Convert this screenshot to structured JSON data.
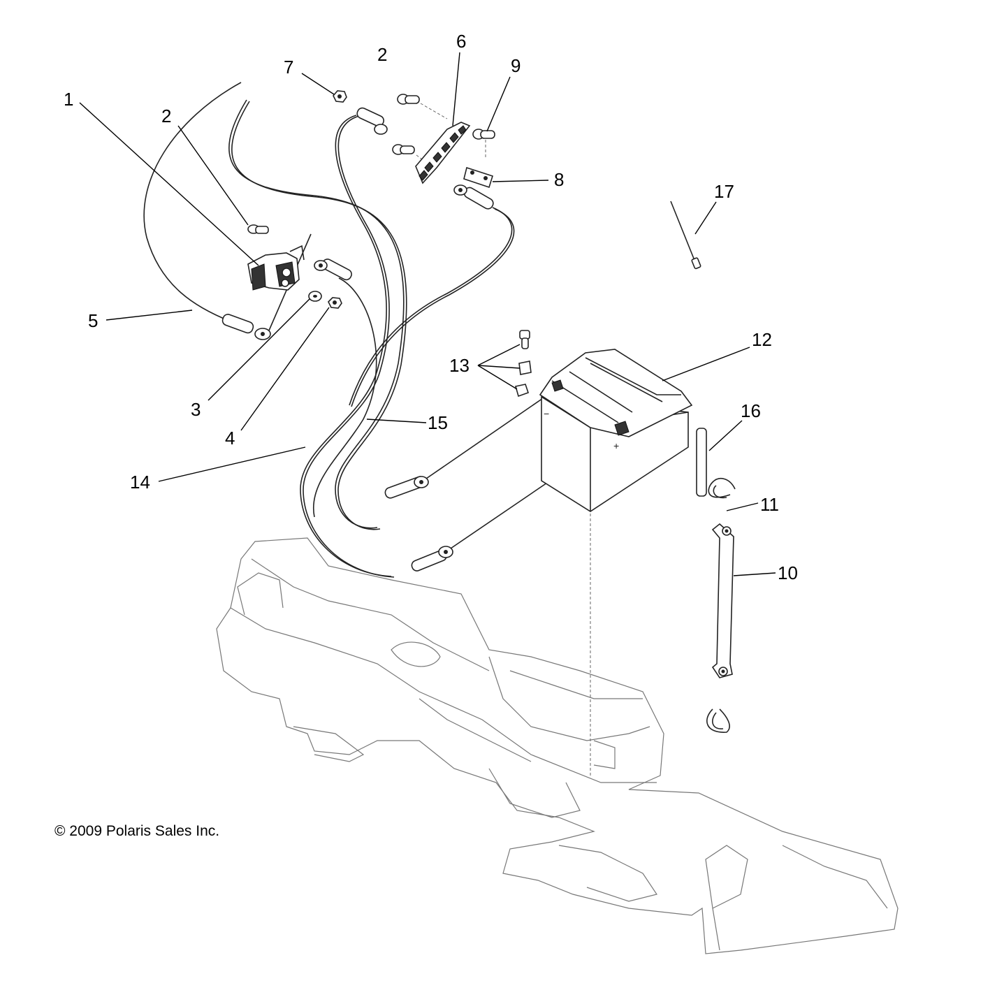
{
  "callouts": {
    "c1": "1",
    "c2a": "2",
    "c2b": "2",
    "c3": "3",
    "c4": "4",
    "c5": "5",
    "c6": "6",
    "c7": "7",
    "c8": "8",
    "c9": "9",
    "c10": "10",
    "c11": "11",
    "c12": "12",
    "c13": "13",
    "c14": "14",
    "c15": "15",
    "c16": "16",
    "c17": "17"
  },
  "copyright": "© 2009 Polaris Sales Inc."
}
